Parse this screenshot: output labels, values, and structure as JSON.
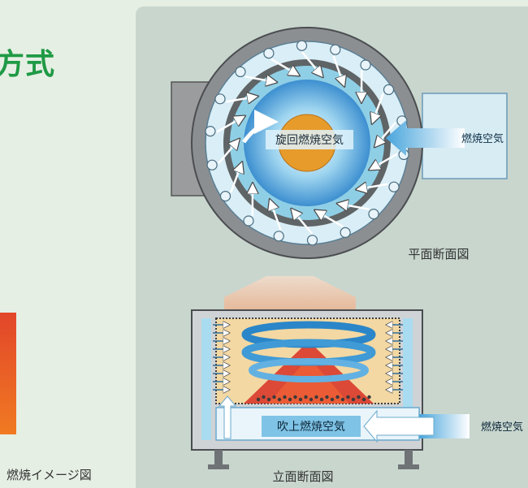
{
  "page": {
    "heading": "方式"
  },
  "plan_view": {
    "inner_label": "旋回燃焼空気",
    "inlet_label": "燃焼空気",
    "caption": "平面断面図"
  },
  "elevation_view": {
    "bottom_label": "吹上燃焼空気",
    "inlet_label": "燃焼空気",
    "caption": "立面断面図"
  },
  "left_caption": "燃焼イメージ図",
  "colors": {
    "heading_green": "#1f9a45",
    "panel": "#c8d6ce",
    "outer_ring": "#8c8f92",
    "air_blue": "#7ecbea",
    "core_orange": "#e69b2b",
    "flame_red": "#d93a2a"
  }
}
